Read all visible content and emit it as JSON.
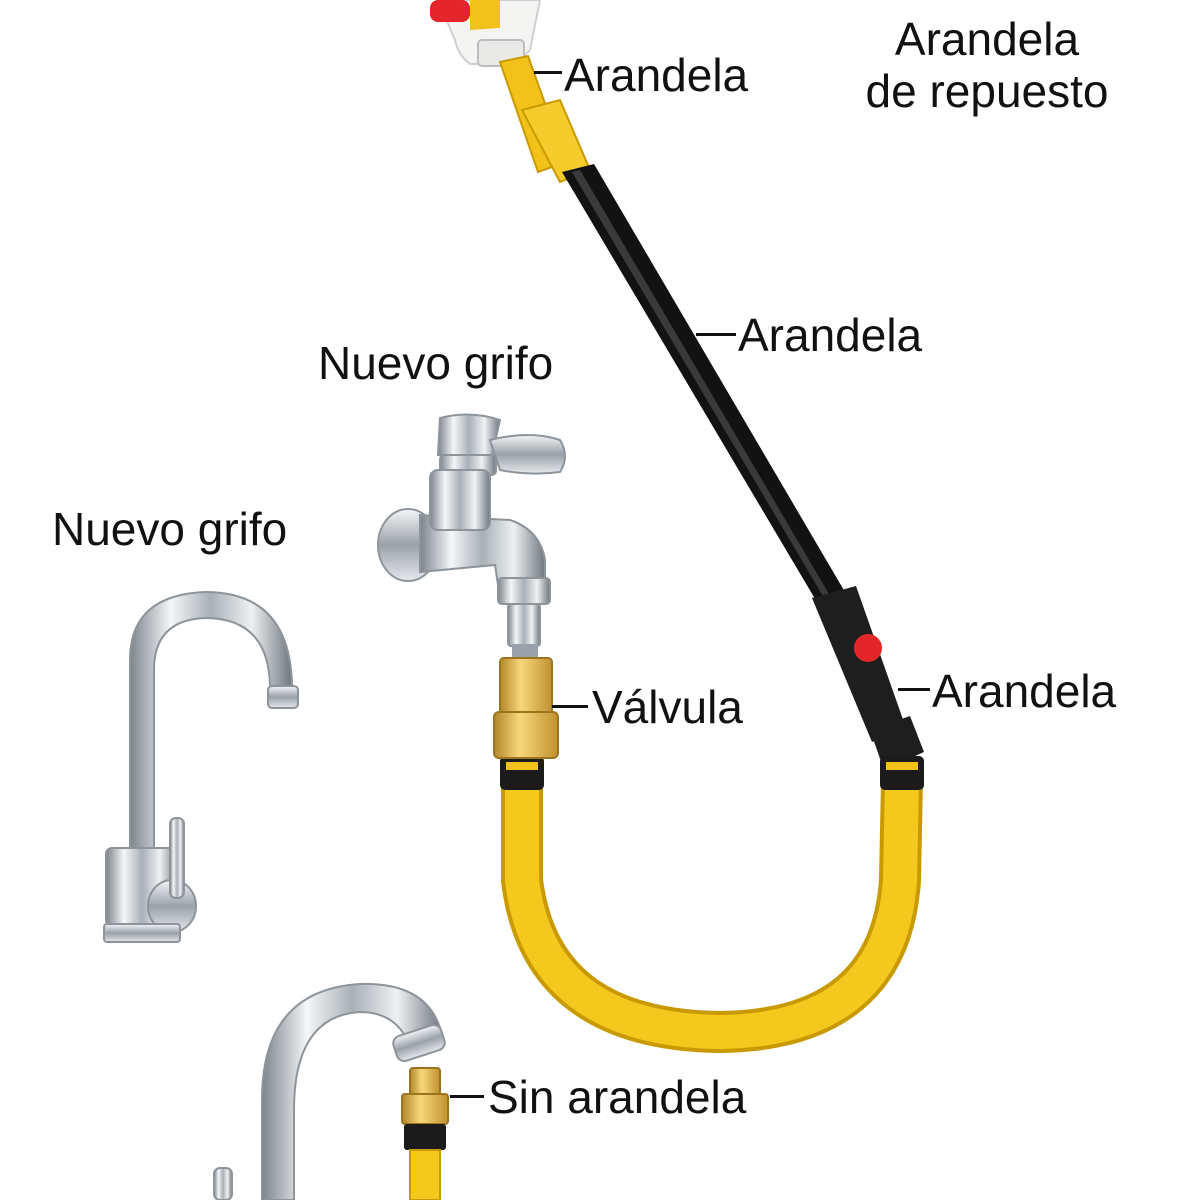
{
  "labels": {
    "spare_washer_line1": "Arandela",
    "spare_washer_line2": "de repuesto",
    "washer_top": "Arandela",
    "washer_middle": "Arandela",
    "washer_lower": "Arandela",
    "new_faucet_wall": "Nuevo grifo",
    "new_faucet_kitchen": "Nuevo grifo",
    "valve": "Válvula",
    "no_washer": "Sin arandela"
  },
  "colors": {
    "hose_yellow": "#f2c21a",
    "handle_black": "#121212",
    "brass": "#e3b94a",
    "chrome": "#c9ced3",
    "red_button": "#e4262a",
    "text": "#111111"
  },
  "icons": [
    "wall-faucet-icon",
    "kitchen-faucet-icon",
    "gooseneck-faucet-icon",
    "spray-gun-icon",
    "yellow-hose-icon",
    "brass-valve-icon"
  ]
}
